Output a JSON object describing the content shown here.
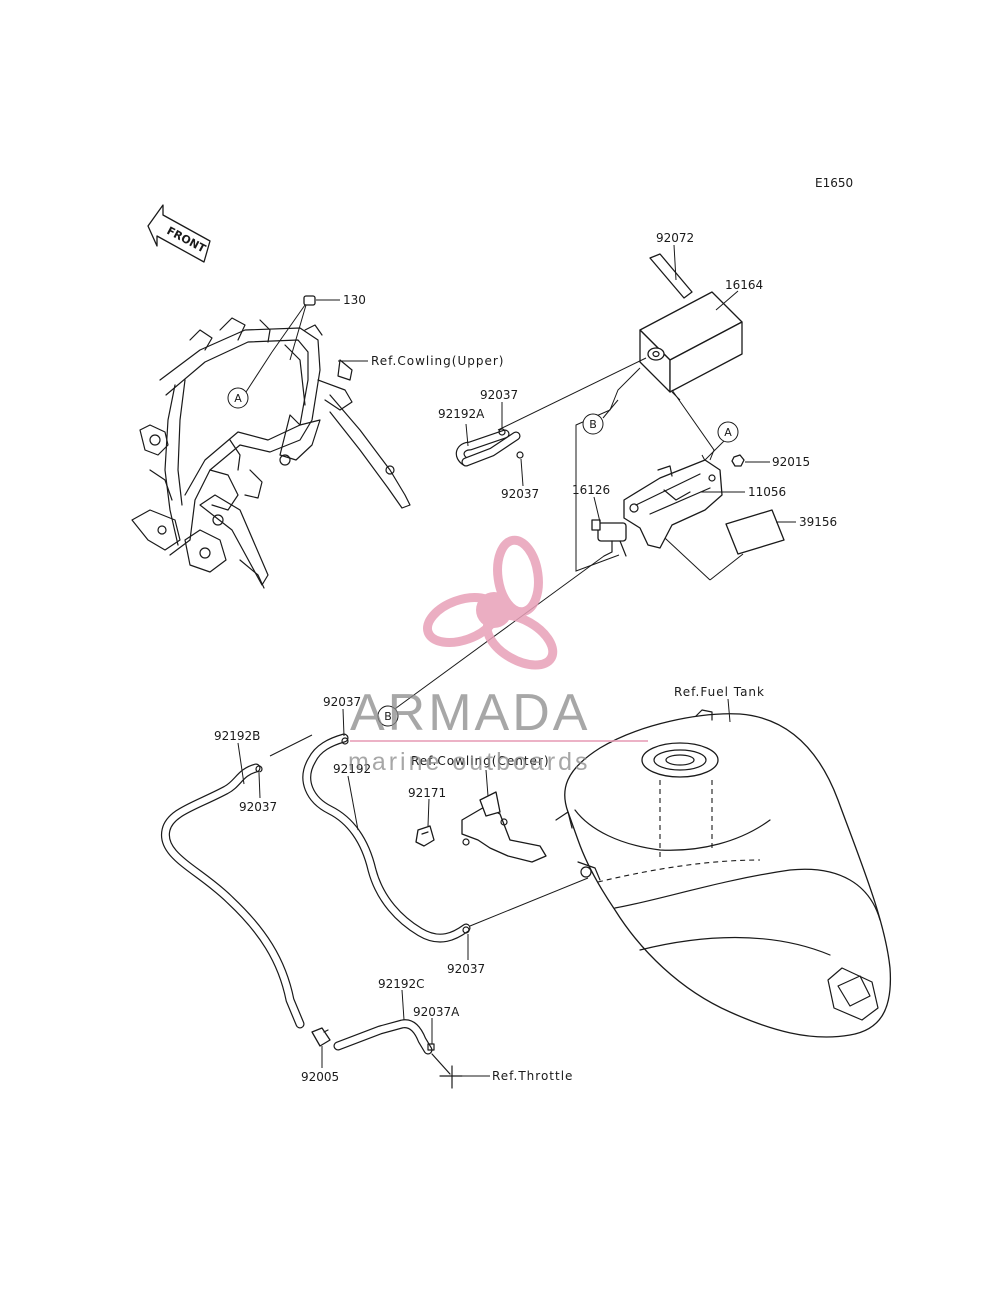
{
  "diagram_code": "E1650",
  "front_marker": "FRONT",
  "callouts": {
    "a": "A",
    "b": "B"
  },
  "part_labels": {
    "p130": "130",
    "ref_cowling_upper": "Ref.Cowling(Upper)",
    "p92072": "92072",
    "p16164": "16164",
    "p92037_top": "92037",
    "p92192A": "92192A",
    "p92037_mid": "92037",
    "p16126": "16126",
    "p92015": "92015",
    "p11056": "11056",
    "p39156": "39156",
    "ref_fuel_tank": "Ref.Fuel Tank",
    "p92037_left_top": "92037",
    "p92192B": "92192B",
    "p92037_left": "92037",
    "ref_cowling_center": "Ref.Cowling(Center)",
    "p92171": "92171",
    "p92192": "92192",
    "p92037_bottom": "92037",
    "p92192C": "92192C",
    "p92037A": "92037A",
    "p92005": "92005",
    "ref_throttle": "Ref.Throttle"
  },
  "watermark": {
    "title": "ARMADA",
    "subtitle": "marine outboards",
    "color": "#e8a0b8"
  }
}
